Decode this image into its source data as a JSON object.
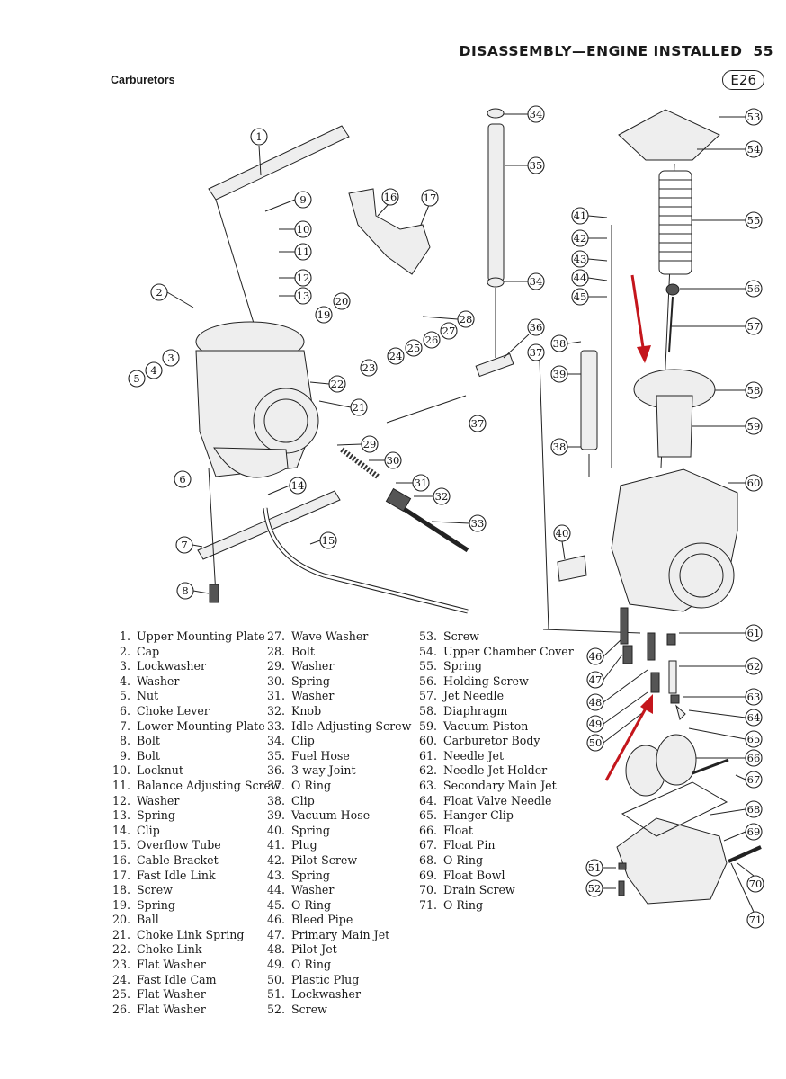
{
  "header": {
    "title": "DISASSEMBLY—ENGINE INSTALLED",
    "page_number": "55"
  },
  "section_title": "Carburetors",
  "figure_code": "E26",
  "callouts": [
    "1",
    "2",
    "3",
    "4",
    "5",
    "6",
    "7",
    "8",
    "9",
    "10",
    "11",
    "12",
    "13",
    "14",
    "15",
    "16",
    "17",
    "19",
    "20",
    "21",
    "22",
    "23",
    "24",
    "25",
    "26",
    "27",
    "28",
    "29",
    "30",
    "31",
    "32",
    "33",
    "34",
    "34",
    "35",
    "36",
    "37",
    "37",
    "38",
    "38",
    "39",
    "40",
    "41",
    "42",
    "43",
    "44",
    "45",
    "46",
    "47",
    "48",
    "49",
    "50",
    "51",
    "52",
    "53",
    "54",
    "55",
    "56",
    "57",
    "58",
    "59",
    "60",
    "61",
    "62",
    "63",
    "64",
    "65",
    "66",
    "67",
    "68",
    "69",
    "70",
    "71"
  ],
  "legend": [
    {
      "number": "1.",
      "name": "Upper Mounting Plate"
    },
    {
      "number": "2.",
      "name": "Cap"
    },
    {
      "number": "3.",
      "name": "Lockwasher"
    },
    {
      "number": "4.",
      "name": "Washer"
    },
    {
      "number": "5.",
      "name": "Nut"
    },
    {
      "number": "6.",
      "name": "Choke Lever"
    },
    {
      "number": "7.",
      "name": "Lower Mounting Plate"
    },
    {
      "number": "8.",
      "name": "Bolt"
    },
    {
      "number": "9.",
      "name": "Bolt"
    },
    {
      "number": "10.",
      "name": "Locknut"
    },
    {
      "number": "11.",
      "name": "Balance Adjusting Screw"
    },
    {
      "number": "12.",
      "name": "Washer"
    },
    {
      "number": "13.",
      "name": "Spring"
    },
    {
      "number": "14.",
      "name": "Clip"
    },
    {
      "number": "15.",
      "name": "Overflow Tube"
    },
    {
      "number": "16.",
      "name": "Cable Bracket"
    },
    {
      "number": "17.",
      "name": "Fast Idle Link"
    },
    {
      "number": "18.",
      "name": "Screw"
    },
    {
      "number": "19.",
      "name": "Spring"
    },
    {
      "number": "20.",
      "name": "Ball"
    },
    {
      "number": "21.",
      "name": "Choke Link Spring"
    },
    {
      "number": "22.",
      "name": "Choke Link"
    },
    {
      "number": "23.",
      "name": "Flat Washer"
    },
    {
      "number": "24.",
      "name": "Fast Idle Cam"
    },
    {
      "number": "25.",
      "name": "Flat Washer"
    },
    {
      "number": "26.",
      "name": "Flat Washer"
    },
    {
      "number": "27.",
      "name": "Wave Washer"
    },
    {
      "number": "28.",
      "name": "Bolt"
    },
    {
      "number": "29.",
      "name": "Washer"
    },
    {
      "number": "30.",
      "name": "Spring"
    },
    {
      "number": "31.",
      "name": "Washer"
    },
    {
      "number": "32.",
      "name": "Knob"
    },
    {
      "number": "33.",
      "name": "Idle Adjusting Screw"
    },
    {
      "number": "34.",
      "name": "Clip"
    },
    {
      "number": "35.",
      "name": "Fuel Hose"
    },
    {
      "number": "36.",
      "name": "3-way Joint"
    },
    {
      "number": "37.",
      "name": "O Ring"
    },
    {
      "number": "38.",
      "name": "Clip"
    },
    {
      "number": "39.",
      "name": "Vacuum Hose"
    },
    {
      "number": "40.",
      "name": "Spring"
    },
    {
      "number": "41.",
      "name": "Plug"
    },
    {
      "number": "42.",
      "name": "Pilot Screw"
    },
    {
      "number": "43.",
      "name": "Spring"
    },
    {
      "number": "44.",
      "name": "Washer"
    },
    {
      "number": "45.",
      "name": "O Ring"
    },
    {
      "number": "46.",
      "name": "Bleed Pipe"
    },
    {
      "number": "47.",
      "name": "Primary Main Jet"
    },
    {
      "number": "48.",
      "name": "Pilot Jet"
    },
    {
      "number": "49.",
      "name": "O Ring"
    },
    {
      "number": "50.",
      "name": "Plastic Plug"
    },
    {
      "number": "51.",
      "name": "Lockwasher"
    },
    {
      "number": "52.",
      "name": "Screw"
    },
    {
      "number": "53.",
      "name": "Screw"
    },
    {
      "number": "54.",
      "name": "Upper Chamber Cover"
    },
    {
      "number": "55.",
      "name": "Spring"
    },
    {
      "number": "56.",
      "name": "Holding Screw"
    },
    {
      "number": "57.",
      "name": "Jet Needle"
    },
    {
      "number": "58.",
      "name": "Diaphragm"
    },
    {
      "number": "59.",
      "name": "Vacuum Piston"
    },
    {
      "number": "60.",
      "name": "Carburetor Body"
    },
    {
      "number": "61.",
      "name": "Needle Jet"
    },
    {
      "number": "62.",
      "name": "Needle Jet Holder"
    },
    {
      "number": "63.",
      "name": "Secondary Main Jet"
    },
    {
      "number": "64.",
      "name": "Float Valve Needle"
    },
    {
      "number": "65.",
      "name": "Hanger Clip"
    },
    {
      "number": "66.",
      "name": "Float"
    },
    {
      "number": "67.",
      "name": "Float Pin"
    },
    {
      "number": "68.",
      "name": "O Ring"
    },
    {
      "number": "69.",
      "name": "Float Bowl"
    },
    {
      "number": "70.",
      "name": "Drain Screw"
    },
    {
      "number": "71.",
      "name": "O Ring"
    }
  ],
  "colors": {
    "ink": "#1a1a1a",
    "annotation_arrow": "#c4161c"
  }
}
